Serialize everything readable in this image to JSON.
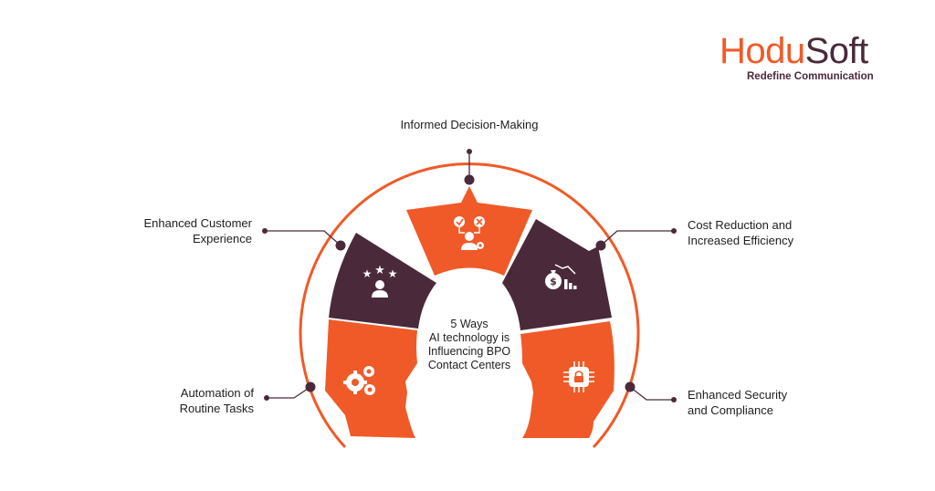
{
  "brand": {
    "logo_part1": "Hodu",
    "logo_part2": "Soft",
    "tagline": "Redefine Communication",
    "colors": {
      "orange": "#f05a28",
      "plum": "#4a2a3a"
    }
  },
  "center": {
    "line1": "5 Ways",
    "line2": "AI technology is",
    "line3": "Influencing BPO",
    "line4": "Contact Centers"
  },
  "items": [
    {
      "line1": "Automation of",
      "line2": "Routine Tasks",
      "icon": "gears-icon",
      "color": "#f05a28"
    },
    {
      "line1": "Enhanced Customer",
      "line2": "Experience",
      "icon": "star-rating-person-icon",
      "color": "#4a2a3a"
    },
    {
      "line1": "Informed Decision-Making",
      "line2": "",
      "icon": "decision-person-icon",
      "color": "#f05a28"
    },
    {
      "line1": "Cost Reduction and",
      "line2": "Increased Efficiency",
      "icon": "money-bag-chart-icon",
      "color": "#4a2a3a"
    },
    {
      "line1": "Enhanced Security",
      "line2": "and Compliance",
      "icon": "security-lock-icon",
      "color": "#f05a28"
    }
  ]
}
